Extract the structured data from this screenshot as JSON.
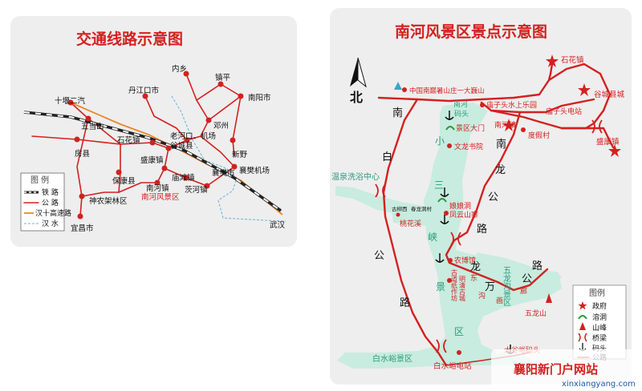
{
  "left_map": {
    "title": "交通线路示意图",
    "cities": {
      "neixiang": "内乡",
      "zhenping": "镇平",
      "danjiangkou": "丹江口市",
      "nanyang": "南阳市",
      "shiyan_erqi": "十堰二汽",
      "dengzhou": "邓州",
      "wudangshan": "五当山",
      "laohekou": "老河口、机场",
      "shihuazhen": "石花镇",
      "gucheng": "谷城县",
      "fangxian": "房县",
      "xinye": "新野",
      "shengkangzhen": "盛康镇",
      "xiangfan": "襄樊市",
      "xiangfan_airport": "襄樊机场",
      "baokang": "保康县",
      "miaotanzhen": "庙滩镇",
      "shennongjia": "神农架林区",
      "nanhezhen": "南河镇",
      "nanhe_scenic": "南河风景区",
      "yanhezhen": "茨河镇",
      "yichang": "宜昌市",
      "wuhan": "武汉"
    },
    "legend": {
      "title": "图  例",
      "items": [
        "铁 路",
        "公 路",
        "汉十高速路",
        "汉 水"
      ]
    }
  },
  "right_map": {
    "title": "南河风景区景点示意图",
    "north": "北",
    "places": {
      "shihua": "石花镇",
      "gucheng_county": "谷城县城",
      "shengkang": "盛康镇",
      "resort": "中国南巅暑山庄一大巍山",
      "nanhe_pier": "南河",
      "nanhe_pier2": "码头",
      "miaozitou_park": "庙子头水上乐园",
      "miaozitou_station": "庙子头电站",
      "scenic_gate": "景区大门",
      "nanhe_town": "南河镇",
      "resort_village": "度假村",
      "wenlong": "文龙书院",
      "hotspring": "温泉洗浴中心",
      "niangniang": "娘娘洞",
      "fengyun": "凤云山寨",
      "taohua": "桃花溪",
      "gushu1": "古柳西",
      "gushu2": "春龙洞村",
      "nongbo": "农博馆",
      "gudao": "古道纸作坊",
      "mingqing": "明清古城",
      "wulongshan": "五龙山",
      "baishuiyu_area": "白水峪景区",
      "dagu_pier": "大谷峪码头",
      "baishuiyu_station": "白水峪电站",
      "wulong_scenic": "五龙沟景区"
    },
    "valley_chars": [
      "小",
      "三",
      "峡",
      "景",
      "区"
    ],
    "road_nan_bai": [
      "南",
      "白",
      "公",
      "路"
    ],
    "road_nan_long": [
      "南",
      "龙",
      "公",
      "路"
    ],
    "road_long_wan": [
      "龙",
      "万",
      "公",
      "路"
    ],
    "road_side": [
      "东",
      "沟",
      "画",
      "廊"
    ],
    "legend": {
      "title": "图例",
      "items": [
        "政府",
        "溶洞",
        "山峰",
        "桥梁",
        "码头",
        "公路"
      ]
    }
  },
  "watermark": {
    "brand": "襄阳新门户网站",
    "url": "xinxiangyang.com"
  },
  "colors": {
    "road": "#d42020",
    "highway": "#e8882a",
    "water": "#6fb8d8",
    "lake": "#c8ecdf",
    "panel": "#eeeeee"
  }
}
